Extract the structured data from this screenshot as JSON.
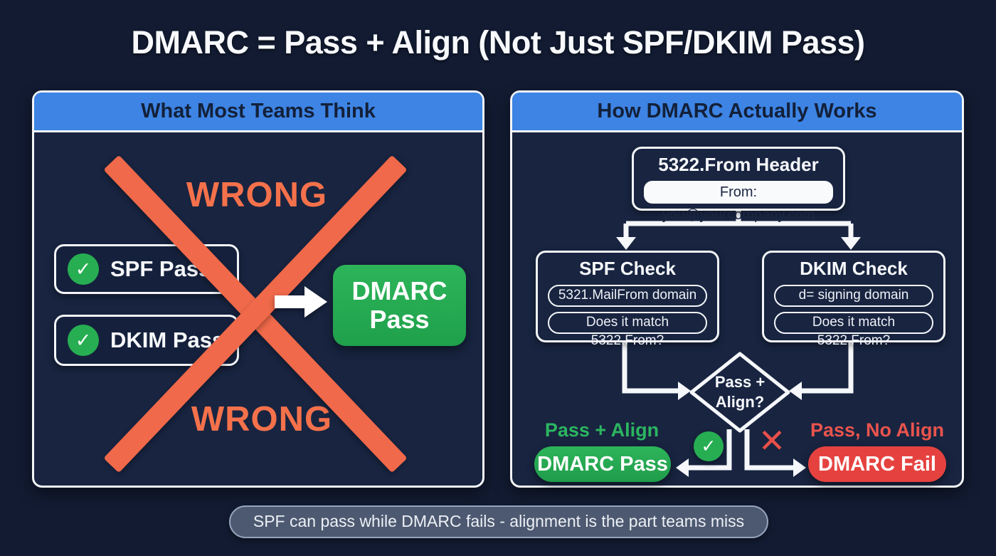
{
  "title": "DMARC = Pass + Align (Not Just SPF/DKIM Pass)",
  "icons": {
    "check": "✓",
    "cross": "✕"
  },
  "colors": {
    "background": "#121b32",
    "panel": "#182440",
    "header_blue": "#3d84e4",
    "orange": "#f0694a",
    "green": "#27ae52",
    "red": "#e5423f",
    "white": "#f5f7fa",
    "footer_bg": "#4d5970"
  },
  "left_panel": {
    "header": "What Most Teams Think",
    "wrong_top": "WRONG",
    "wrong_bottom": "WRONG",
    "spf_item": "SPF Pass",
    "dkim_item": "DKIM Pass",
    "result_line1": "DMARC",
    "result_line2": "Pass"
  },
  "right_panel": {
    "header": "How DMARC Actually Works",
    "from_header": {
      "title": "5322.From Header",
      "value": "From: you@yourcompany.com"
    },
    "spf_check": {
      "title": "SPF Check",
      "rows": [
        "5321.MailFrom domain",
        "Does it match 5322.From?"
      ]
    },
    "dkim_check": {
      "title": "DKIM Check",
      "rows": [
        "d= signing domain",
        "Does it match 5322.From?"
      ]
    },
    "decision": {
      "line1": "Pass +",
      "line2": "Align?"
    },
    "pass_branch": {
      "label": "Pass + Align",
      "result": "DMARC Pass"
    },
    "fail_branch": {
      "label": "Pass, No Align",
      "result": "DMARC Fail"
    }
  },
  "footer": {
    "note": "SPF can pass while DMARC fails - alignment is the part teams miss"
  }
}
